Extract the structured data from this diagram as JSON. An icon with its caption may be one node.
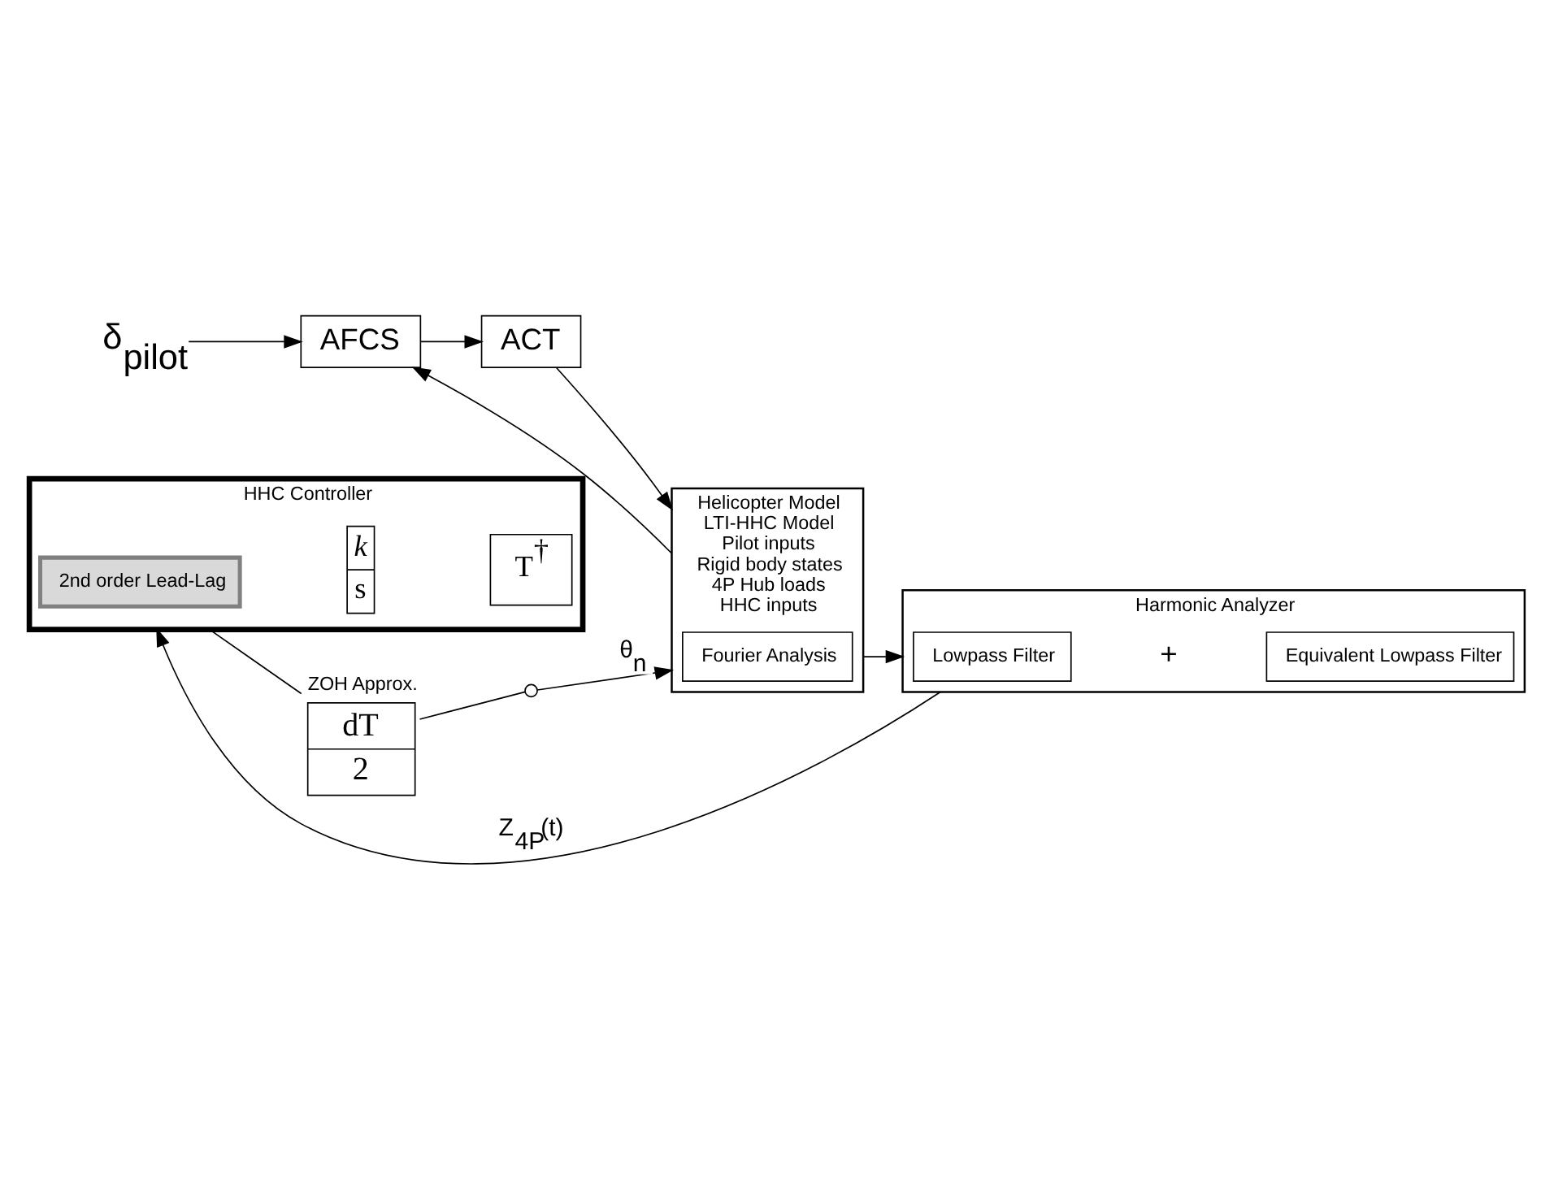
{
  "diagram": {
    "nodes": [
      {
        "text": [
          "δ$_{pilot}$"
        ]
      },
      {
        "text": [
          "AFCS"
        ]
      },
      {
        "text": [
          "ACT"
        ]
      },
      {
        "text": [
          "Helicopter Model",
          "LTI-HHC Model",
          "Pilot inputs",
          "Rigid body states",
          "4P Hub loads",
          "HHC inputs"
        ]
      },
      {
        "text": [
          "Fourier Analysis"
        ],
        "in": 3
      },
      {
        "text": [
          "ZOH Approx.",
          "dT",
          "2"
        ]
      },
      {
        "text": [],
        "shape": "switch"
      },
      {
        "text": [
          "HHC Controller"
        ]
      },
      {
        "text": [
          "2nd order Lead-Lag"
        ],
        "in": 7
      },
      {
        "text": [
          "k",
          "s"
        ],
        "in": 7
      },
      {
        "text": [
          "T$^{†}$"
        ],
        "in": 7
      },
      {
        "text": [
          "Harmonic Analyzer"
        ]
      },
      {
        "text": [
          "Lowpass Filter"
        ],
        "in": 11
      },
      {
        "text": [
          "Equivalent Lowpass Filter"
        ],
        "in": 11
      }
    ],
    "edges": [
      {
        "from": 0,
        "to": 1,
        "arrow": "to"
      },
      {
        "from": 1,
        "to": 2,
        "arrow": "to"
      },
      {
        "from": 2,
        "to": 3,
        "arrow": "to"
      },
      {
        "from": 3,
        "to": 1,
        "arrow": "to"
      },
      {
        "from": 3,
        "to": 11,
        "arrow": "to"
      },
      {
        "from": 5,
        "to": 6,
        "arrow": "none"
      },
      {
        "from": 6,
        "to": 3,
        "arrow": "to",
        "label": "θ$_{n}$"
      },
      {
        "from": 11,
        "to": 7,
        "arrow": "to",
        "label": "Z$_{4P}$(t)"
      },
      {
        "from": 7,
        "to": 5,
        "arrow": "none"
      }
    ],
    "labels": [
      "+"
    ]
  }
}
